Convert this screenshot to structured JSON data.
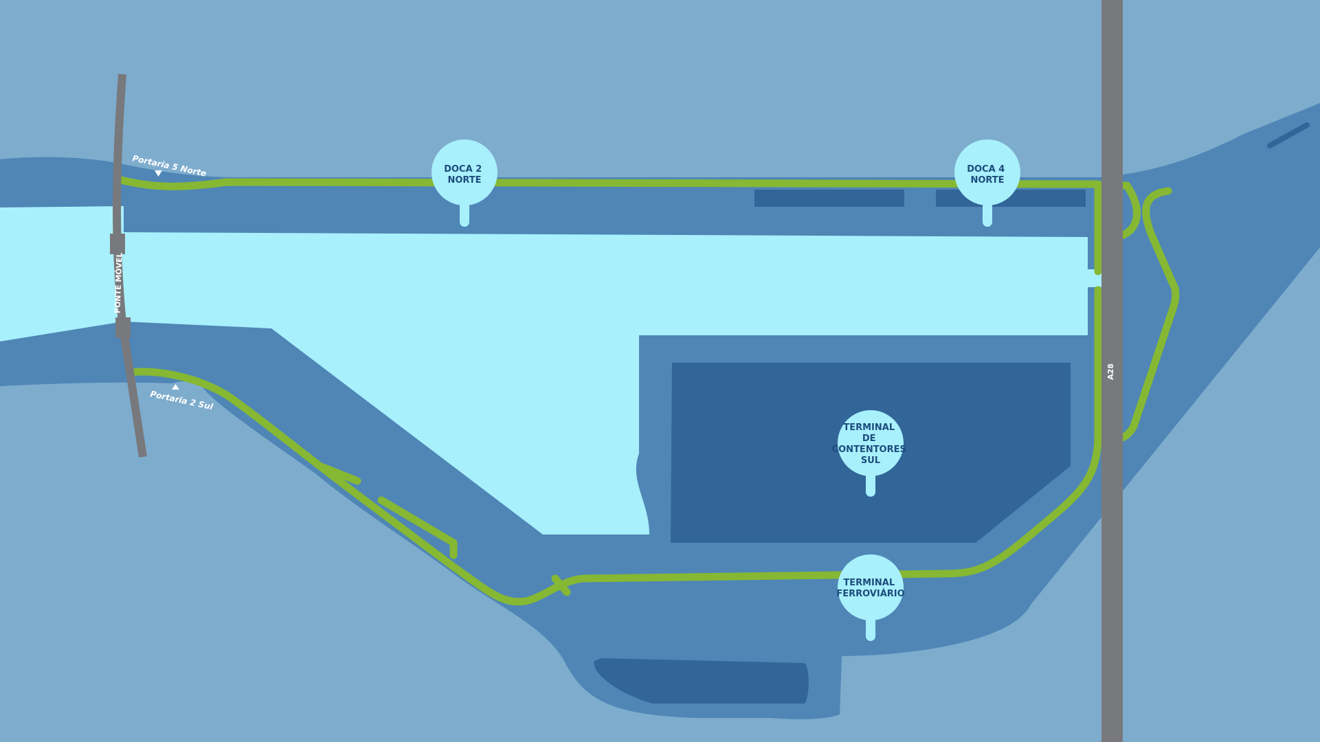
{
  "colors": {
    "sea": "#7eaccd",
    "port_land": "#4f86b6",
    "terminal_block": "#326598",
    "dock_water": "#a8f0fc",
    "route": "#86b833",
    "road": "#78797c",
    "pin": "#a8f0fc",
    "pin_text": "#1d4c7c",
    "gate_text": "#ffffff"
  },
  "road_labels": {
    "bridge": "PONTE MÓVEL",
    "highway": "A28"
  },
  "gates": {
    "north": "Portaria 5 Norte",
    "south": "Portaria 2 Sul"
  },
  "pins": [
    {
      "id": "doca-2-norte",
      "lines": [
        "DOCA 2",
        "NORTE"
      ]
    },
    {
      "id": "doca-4-norte",
      "lines": [
        "DOCA 4",
        "NORTE"
      ]
    },
    {
      "id": "terminal-contentores-sul",
      "lines": [
        "TERMINAL",
        "DE",
        "CONTENTORES",
        "SUL"
      ]
    },
    {
      "id": "terminal-ferroviario",
      "lines": [
        "TERMINAL",
        "FERROVIÁRIO"
      ]
    }
  ],
  "icons": {
    "gate_north_marker": "down-triangle",
    "gate_south_marker": "up-triangle",
    "pin_marker": "map-pin"
  }
}
